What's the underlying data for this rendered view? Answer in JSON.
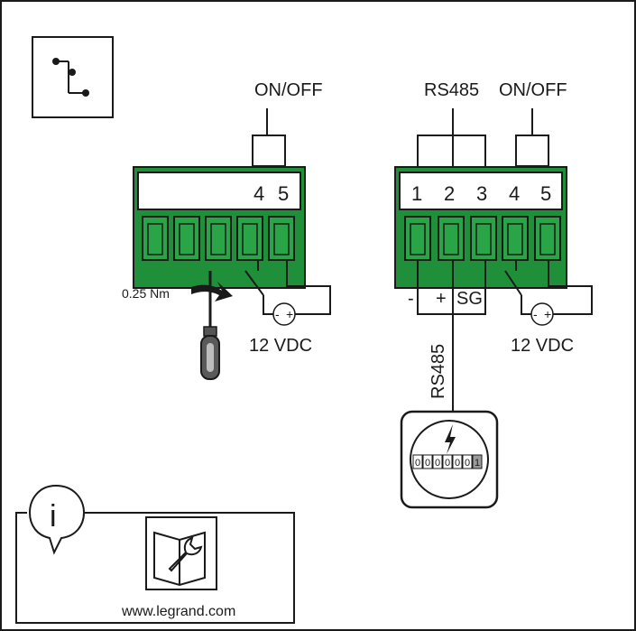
{
  "left_block": {
    "header_label": "ON/OFF",
    "terminal_numbers": [
      "4",
      "5"
    ],
    "supply_label": "12 VDC",
    "polarity_minus": "-",
    "polarity_plus": "+",
    "torque_label": "0.25 Nm"
  },
  "right_block": {
    "rs485_header_label": "RS485",
    "onoff_header_label": "ON/OFF",
    "terminal_numbers": [
      "1",
      "2",
      "3",
      "4",
      "5"
    ],
    "bus_minus": "-",
    "bus_plus": "+",
    "bus_sg": "SG",
    "supply_label": "12 VDC",
    "polarity_minus": "-",
    "polarity_plus": "+",
    "cable_label": "RS485",
    "meter_digits": [
      "0",
      "0",
      "0",
      "0",
      "0",
      "0",
      "1"
    ]
  },
  "info_box": {
    "info_glyph": "i",
    "website": "www.legrand.com"
  },
  "icons": [
    "switch-contact-icon",
    "screwdriver-icon",
    "torque-arrow-icon",
    "energy-meter-icon",
    "lightning-icon",
    "info-bubble-icon",
    "manual-wrench-icon"
  ],
  "colors": {
    "terminal_green": "#1f8f3a",
    "terminal_slot": "#29a447",
    "line": "#1a1a1a"
  }
}
